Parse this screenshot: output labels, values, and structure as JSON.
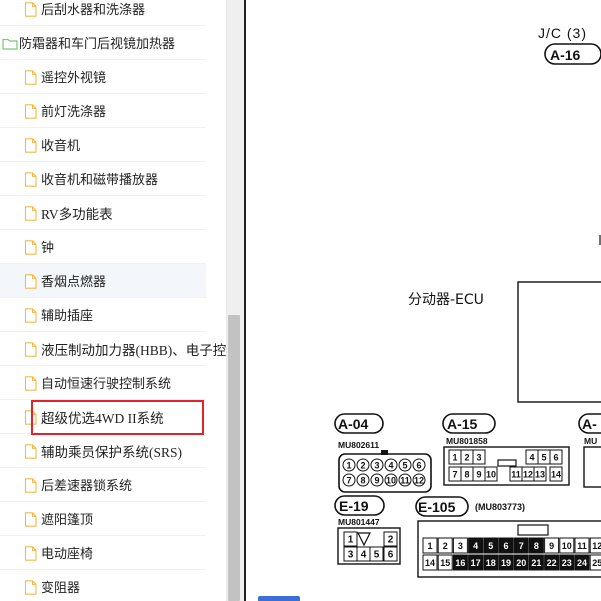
{
  "sidebar": {
    "items": [
      {
        "label": "后刮水器和洗涤器",
        "type": "file"
      },
      {
        "label": "防霜器和车门后视镜加热器",
        "type": "folder"
      },
      {
        "label": "遥控外视镜",
        "type": "file"
      },
      {
        "label": "前灯洗涤器",
        "type": "file"
      },
      {
        "label": "收音机",
        "type": "file"
      },
      {
        "label": "收音机和磁带播放器",
        "type": "file"
      },
      {
        "label": "RV多功能表",
        "type": "file"
      },
      {
        "label": "钟",
        "type": "file"
      },
      {
        "label": "香烟点燃器",
        "type": "file"
      },
      {
        "label": "辅助插座",
        "type": "file"
      },
      {
        "label": "液压制动加力器(HBB)、电子控制",
        "type": "file"
      },
      {
        "label": "自动恒速行驶控制系统",
        "type": "file"
      },
      {
        "label": "超级优选4WD II系统",
        "type": "file"
      },
      {
        "label": "辅助乘员保护系统(SRS)",
        "type": "file"
      },
      {
        "label": "后差速器锁系统",
        "type": "file"
      },
      {
        "label": "遮阳篷顶",
        "type": "file"
      },
      {
        "label": "电动座椅",
        "type": "file"
      },
      {
        "label": "变阻器",
        "type": "file"
      }
    ],
    "selected_index": 12,
    "hover_index": 8
  },
  "diagram": {
    "jc_label": "J/C (3)",
    "jc_connector": "A-16",
    "ecu_label": "分动器-ECU",
    "connectors": [
      {
        "id": "A-04",
        "part": "MU802611",
        "pins": [
          "1",
          "2",
          "3",
          "4",
          "5",
          "6",
          "7",
          "8",
          "9",
          "10",
          "11",
          "12"
        ]
      },
      {
        "id": "A-15",
        "part": "MU801858",
        "pins": [
          "1",
          "2",
          "3",
          "4",
          "5",
          "6",
          "7",
          "8",
          "9",
          "10",
          "11",
          "12",
          "13",
          "14"
        ]
      },
      {
        "id": "A-",
        "part": "MU"
      },
      {
        "id": "E-19",
        "part": "MU801447",
        "pins": [
          "1",
          "2",
          "3",
          "4",
          "5",
          "6"
        ]
      },
      {
        "id": "E-105",
        "part": "(MU803773)",
        "pins": [
          "1",
          "2",
          "3",
          "4",
          "5",
          "6",
          "7",
          "8",
          "9",
          "10",
          "11",
          "12",
          "14",
          "15",
          "16",
          "17",
          "18",
          "19",
          "20",
          "21",
          "22",
          "23",
          "24",
          "25"
        ]
      }
    ]
  },
  "colors": {
    "highlight_box": "#e0242a",
    "folder_icon": "#7cc576",
    "file_icon": "#f2b84b",
    "bottom_tab": "#3c6fd6"
  }
}
